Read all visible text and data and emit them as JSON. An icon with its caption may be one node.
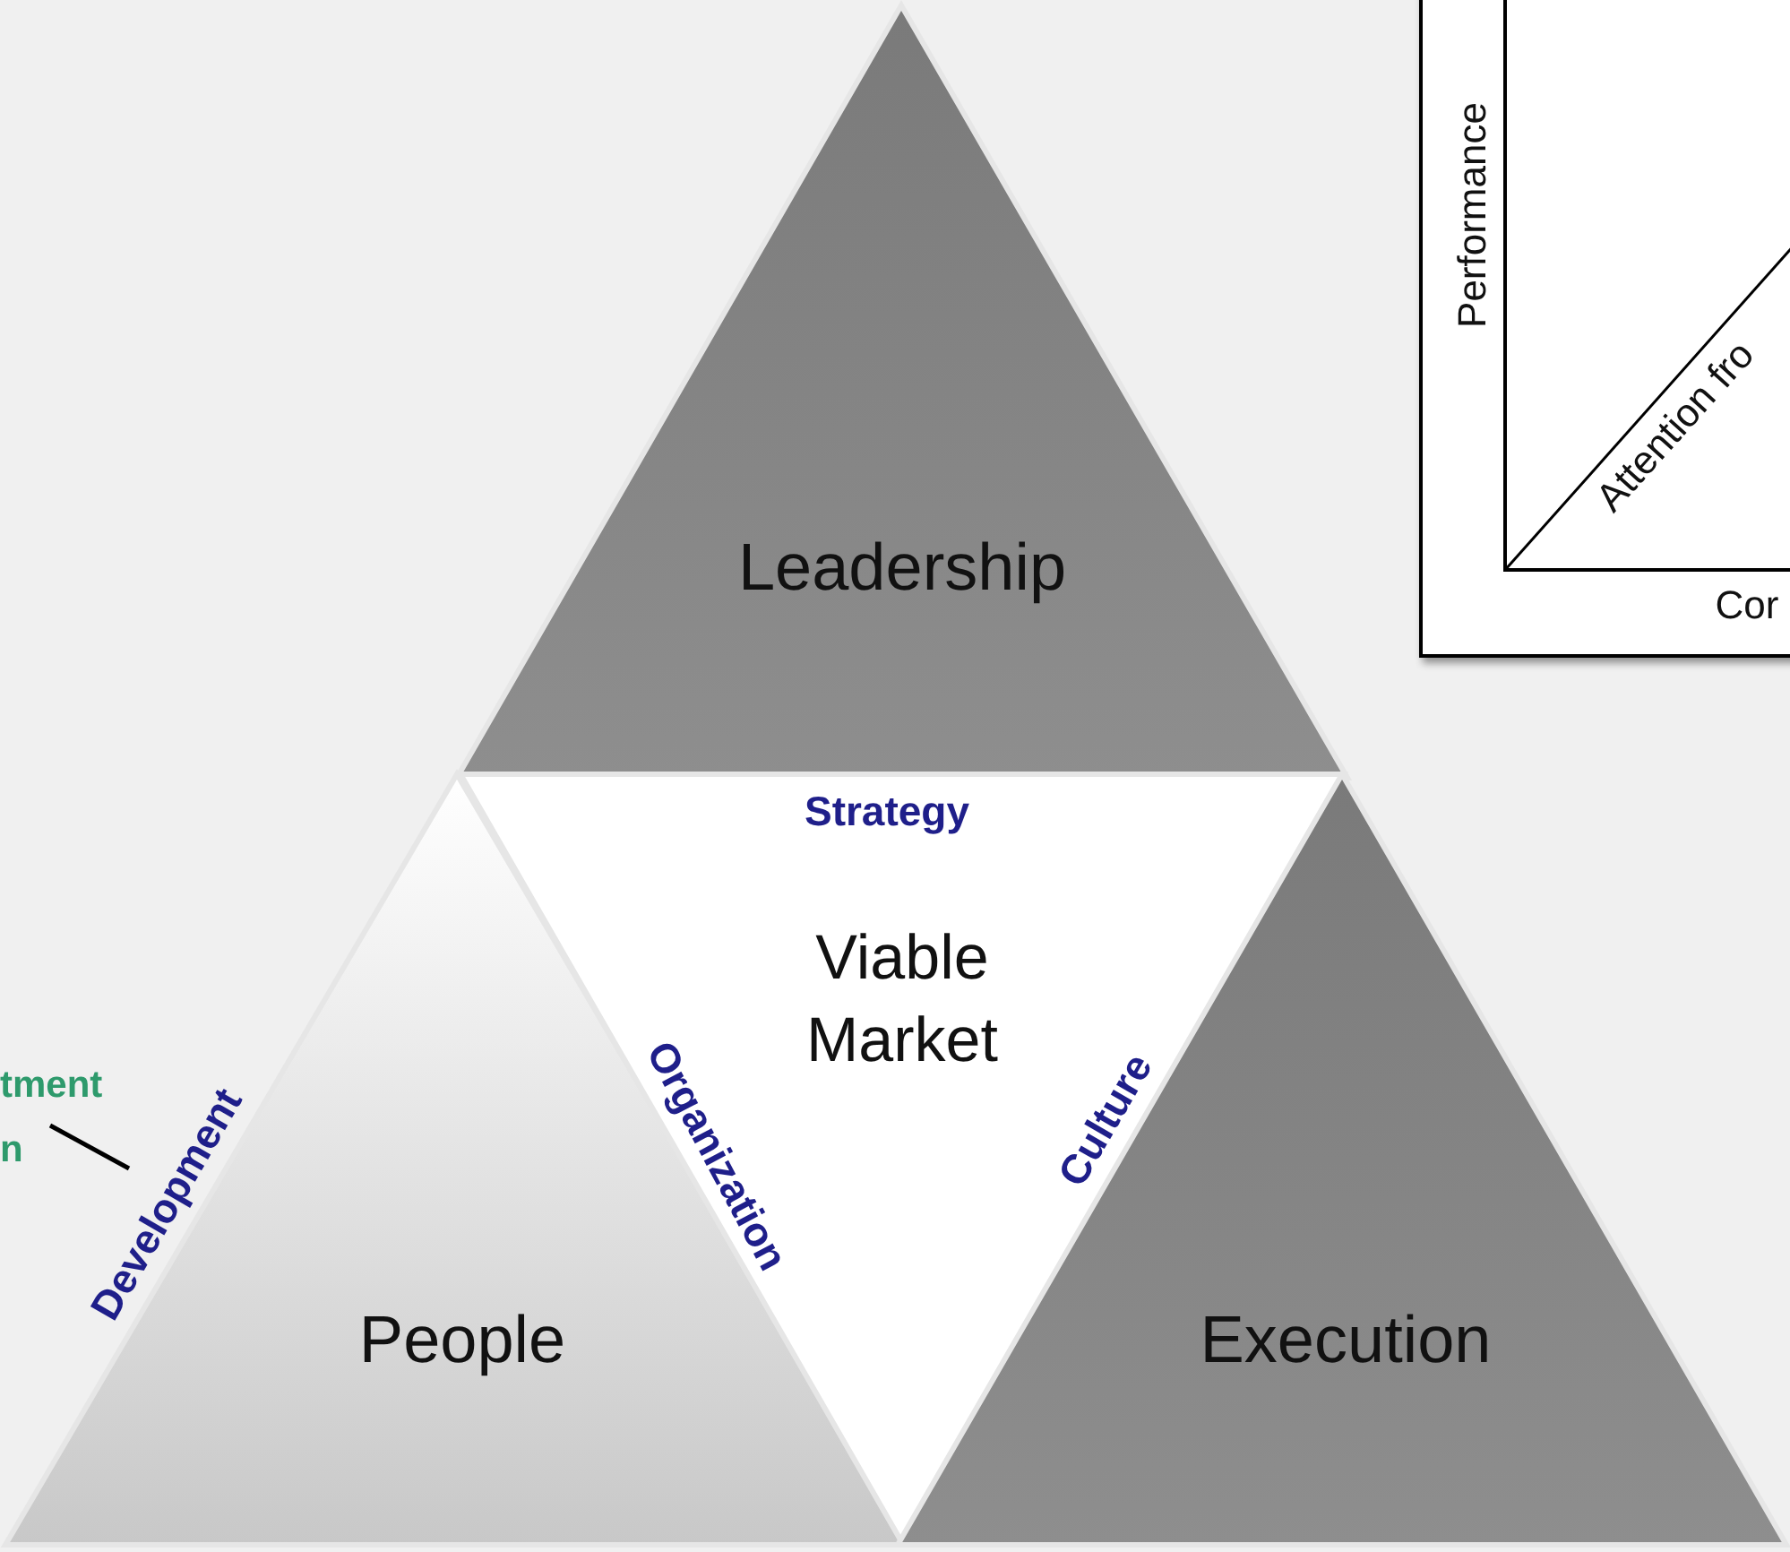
{
  "diagram": {
    "nodes": [
      {
        "text": [
          "Leadership"
        ]
      },
      {
        "text": [
          "People"
        ]
      },
      {
        "text": [
          "Viable Market"
        ]
      },
      {
        "text": [
          "Execution"
        ]
      },
      {
        "text": [
          "tment n"
        ]
      },
      {
        "text": [
          "Development"
        ]
      }
    ],
    "edges": [
      {
        "from": 4,
        "to": 5,
        "arrow": "none"
      }
    ],
    "labels": [
      "Performance",
      "Attention fro",
      "Cor",
      "Strategy",
      "Organization",
      "Culture"
    ]
  }
}
